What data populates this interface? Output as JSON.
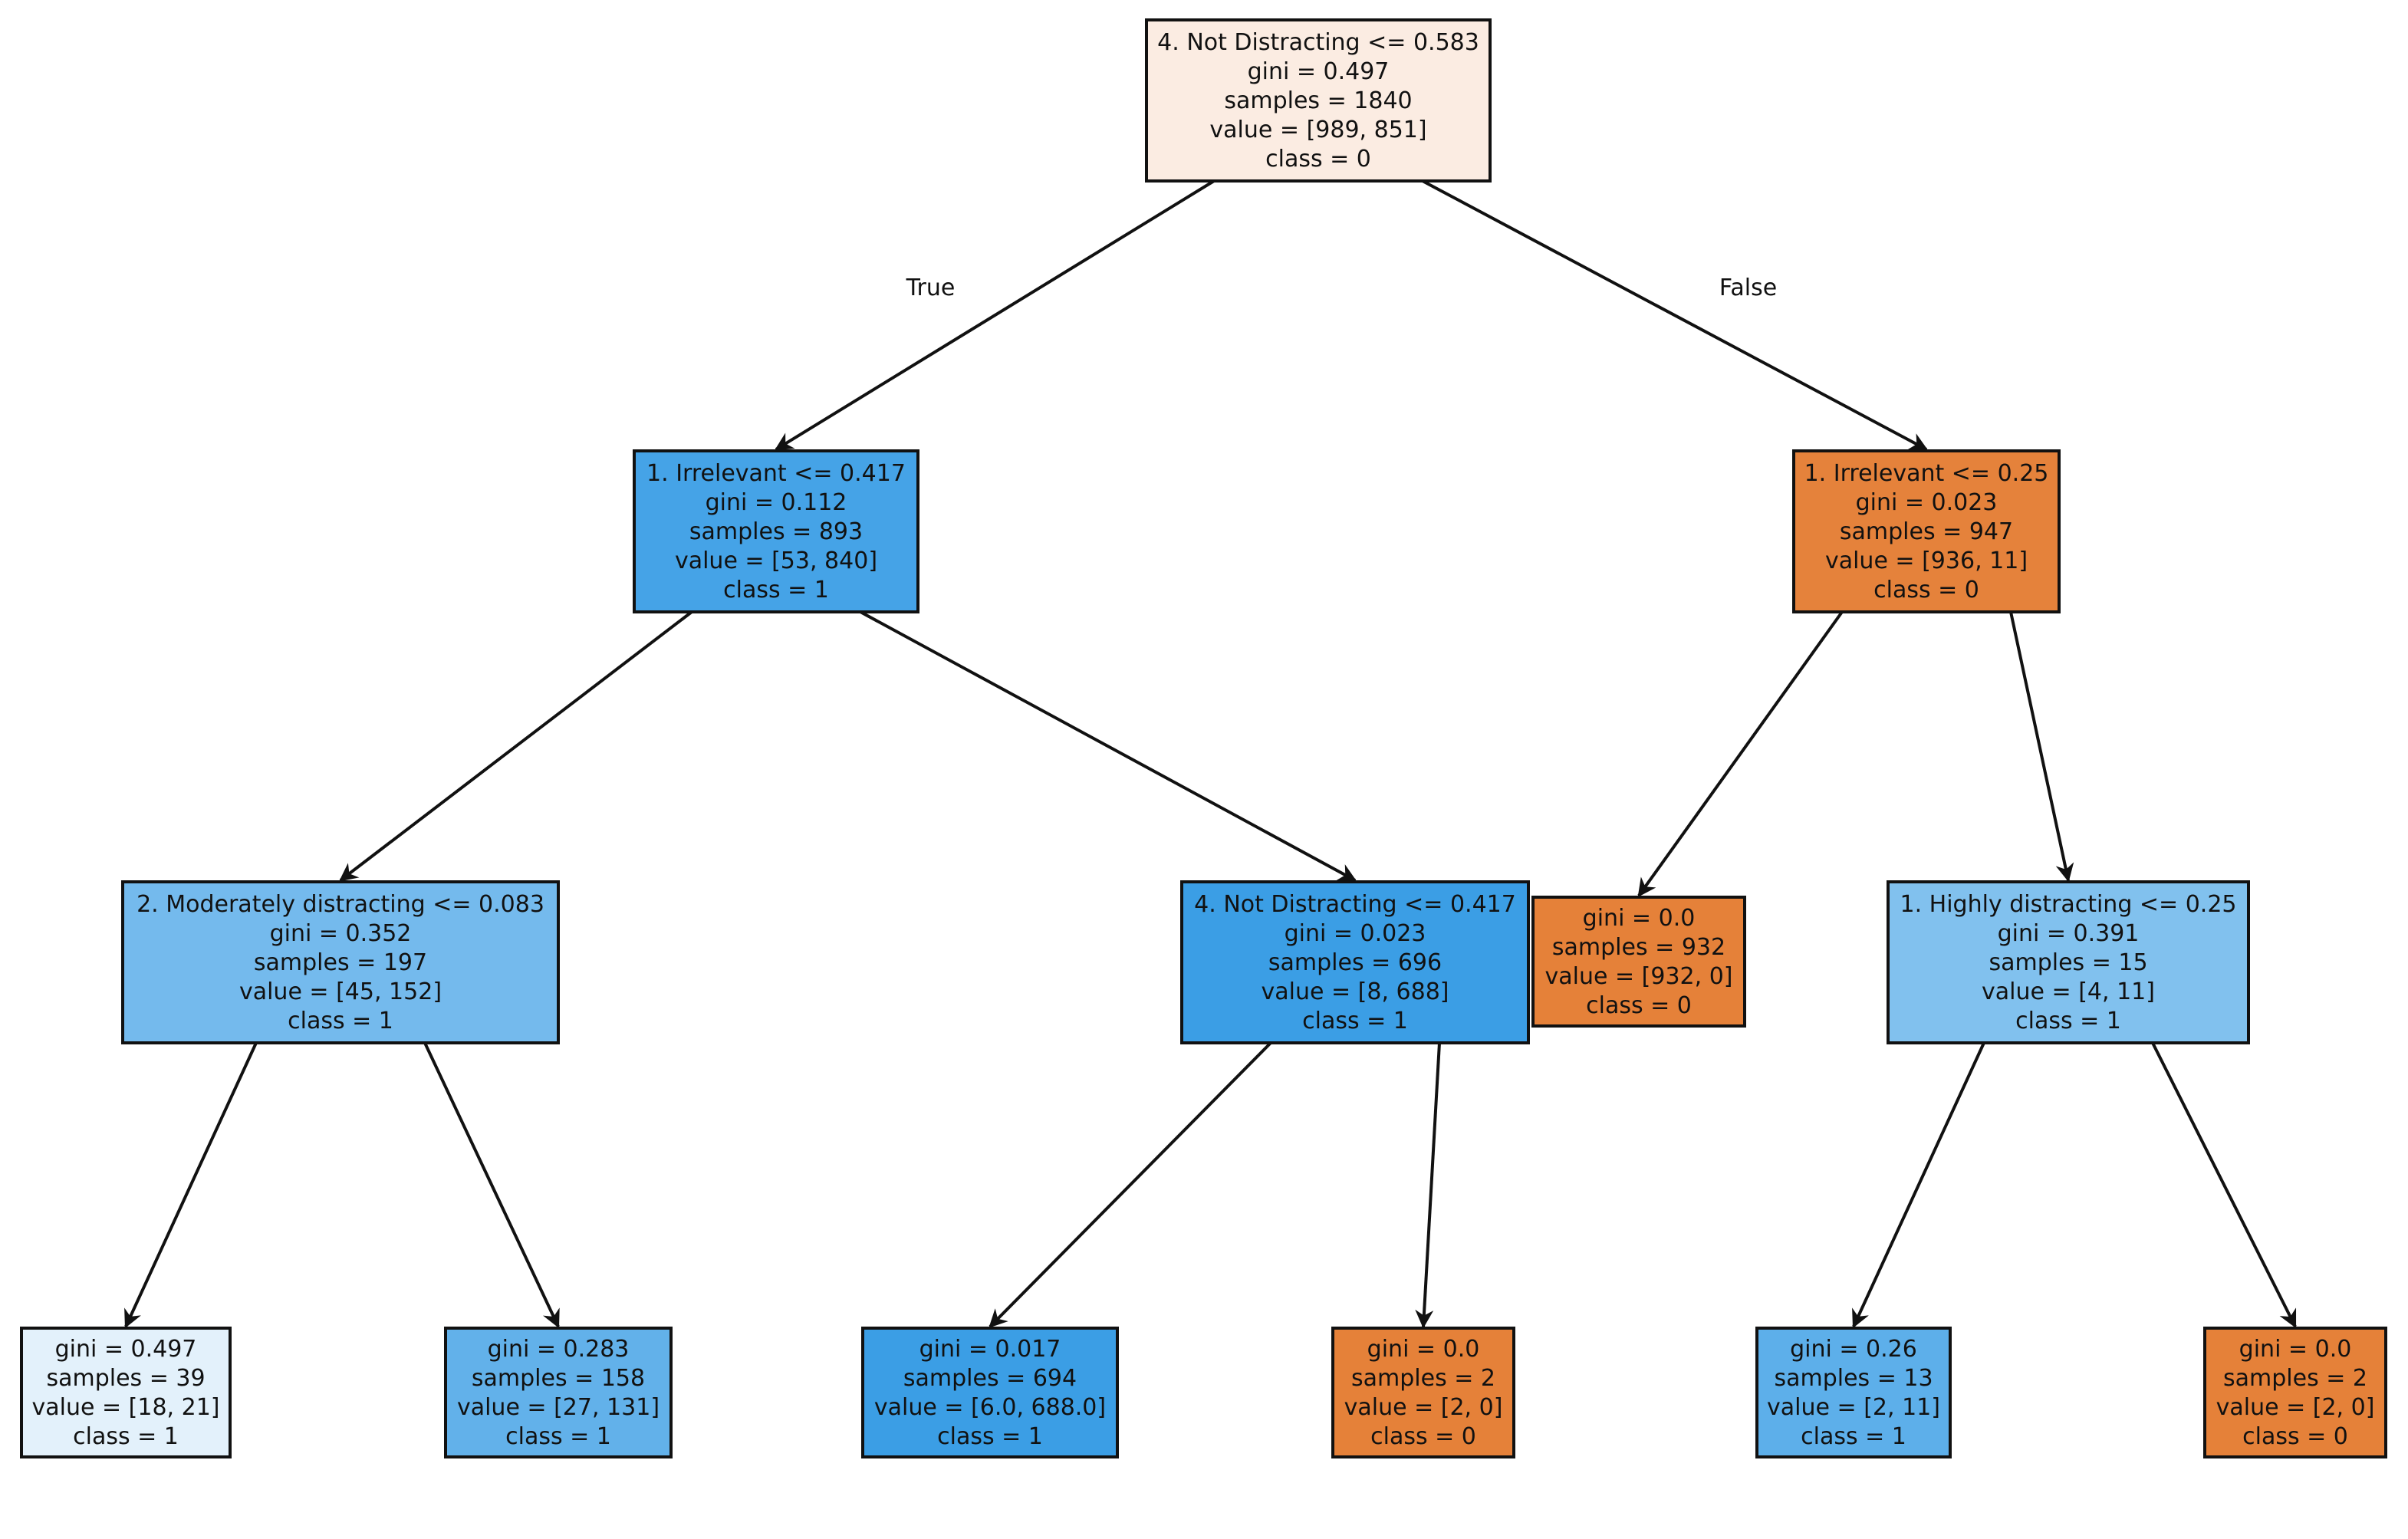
{
  "colors": {
    "class_0_full": "#e58139",
    "class_1_full": "#399de5",
    "border": "#111111"
  },
  "tree": {
    "branch_labels": {
      "true": "True",
      "false": "False"
    },
    "nodes": [
      {
        "id": "n0",
        "lines": [
          "4. Not Distracting <= 0.583",
          "gini = 0.497",
          "samples = 1840",
          "value = [989, 851]",
          "class = 0"
        ],
        "fill": "#fbece2"
      },
      {
        "id": "n1",
        "lines": [
          "1. Irrelevant <= 0.417",
          "gini = 0.112",
          "samples = 893",
          "value = [53, 840]",
          "class = 1"
        ],
        "fill": "#45a3e7"
      },
      {
        "id": "n2",
        "lines": [
          "1. Irrelevant <= 0.25",
          "gini = 0.023",
          "samples = 947",
          "value = [936, 11]",
          "class = 0"
        ],
        "fill": "#e5823b"
      },
      {
        "id": "n3",
        "lines": [
          "2. Moderately distracting <= 0.083",
          "gini = 0.352",
          "samples = 197",
          "value = [45, 152]",
          "class = 1"
        ],
        "fill": "#74baed"
      },
      {
        "id": "n4",
        "lines": [
          "4. Not Distracting <= 0.417",
          "gini = 0.023",
          "samples = 696",
          "value = [8, 688]",
          "class = 1"
        ],
        "fill": "#3b9ee5"
      },
      {
        "id": "n5",
        "lines": [
          "gini = 0.0",
          "samples = 932",
          "value = [932, 0]",
          "class = 0"
        ],
        "fill": "#e58139"
      },
      {
        "id": "n6",
        "lines": [
          "1. Highly distracting <= 0.25",
          "gini = 0.391",
          "samples = 15",
          "value = [4, 11]",
          "class = 1"
        ],
        "fill": "#81c1ee"
      },
      {
        "id": "n7",
        "lines": [
          "gini = 0.497",
          "samples = 39",
          "value = [18, 21]",
          "class = 1"
        ],
        "fill": "#e3f1fb"
      },
      {
        "id": "n8",
        "lines": [
          "gini = 0.283",
          "samples = 158",
          "value = [27, 131]",
          "class = 1"
        ],
        "fill": "#62b1ea"
      },
      {
        "id": "n9",
        "lines": [
          "gini = 0.017",
          "samples = 694",
          "value = [6.0, 688.0]",
          "class = 1"
        ],
        "fill": "#3b9ee5"
      },
      {
        "id": "n10",
        "lines": [
          "gini = 0.0",
          "samples = 2",
          "value = [2, 0]",
          "class = 0"
        ],
        "fill": "#e58139"
      },
      {
        "id": "n11",
        "lines": [
          "gini = 0.26",
          "samples = 13",
          "value = [2, 11]",
          "class = 1"
        ],
        "fill": "#5dafea"
      },
      {
        "id": "n12",
        "lines": [
          "gini = 0.0",
          "samples = 2",
          "value = [2, 0]",
          "class = 0"
        ],
        "fill": "#e58139"
      }
    ],
    "edges": [
      {
        "from": "n0",
        "to": "n1",
        "label": "true"
      },
      {
        "from": "n0",
        "to": "n2",
        "label": "false"
      },
      {
        "from": "n1",
        "to": "n3"
      },
      {
        "from": "n1",
        "to": "n4"
      },
      {
        "from": "n2",
        "to": "n5"
      },
      {
        "from": "n2",
        "to": "n6"
      },
      {
        "from": "n3",
        "to": "n7"
      },
      {
        "from": "n3",
        "to": "n8"
      },
      {
        "from": "n4",
        "to": "n9"
      },
      {
        "from": "n4",
        "to": "n10"
      },
      {
        "from": "n6",
        "to": "n11"
      },
      {
        "from": "n6",
        "to": "n12"
      }
    ]
  }
}
